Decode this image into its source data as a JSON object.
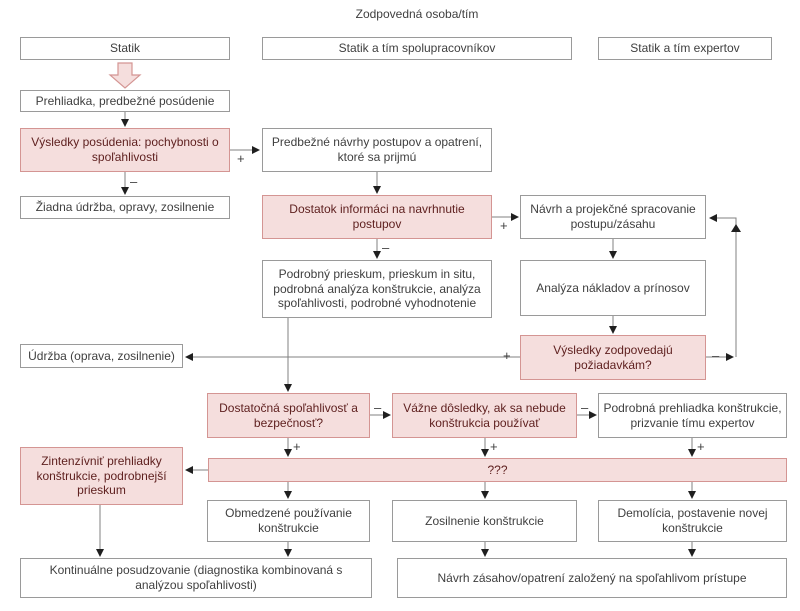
{
  "title": "Zodpovedná osoba/tím",
  "headers": [
    {
      "label": "Statik"
    },
    {
      "label": "Statik a tím spolupracovníkov"
    },
    {
      "label": "Statik a tím expertov"
    }
  ],
  "boxes": {
    "prehliadka": {
      "label": "Prehliadka, predbežné posúdenie"
    },
    "vysledky_posudenia": {
      "label": "Výsledky posúdenia: pochybnosti o spoľahlivosti"
    },
    "ziadna_udrzba": {
      "label": "Žiadna údržba, opravy, zosilnenie"
    },
    "predbezne_navrhy": {
      "label": "Predbežné návrhy postupov a opatrení, ktoré sa prijmú"
    },
    "dostatok_informacii": {
      "label": "Dostatok informáci na navrhnutie postupov"
    },
    "navrh_projekcne": {
      "label": "Návrh a projekčné spracovanie postupu/zásahu"
    },
    "podrobny_prieskum": {
      "label": "Podrobný prieskum, prieskum in situ, podrobná analýza konštrukcie, analýza spoľahlivosti, podrobné vyhodnotenie"
    },
    "analyza_nakladov": {
      "label": "Analýza nákladov a prínosov"
    },
    "udrzba": {
      "label": "Údržba (oprava, zosilnenie)"
    },
    "vysledky_zodpovedaju": {
      "label": "Výsledky zodpovedajú požiadavkám?"
    },
    "dostatocna_spolahlivost": {
      "label": "Dostatočná spoľahlivosť a bezpečnosť?"
    },
    "vazne_dosledky": {
      "label": "Vážne dôsledky, ak sa nebude konštrukcia používať"
    },
    "podrobna_prehliadka": {
      "label": "Podrobná prehliadka konštrukcie, prizvanie tímu expertov"
    },
    "zintenzivnit": {
      "label": "Zintenzívniť prehliadky konštrukcie, podrobnejší prieskum"
    },
    "otazniky": {
      "label": "???"
    },
    "obmedzene": {
      "label": "Obmedzené používanie konštrukcie"
    },
    "zosilnenie": {
      "label": "Zosilnenie konštrukcie"
    },
    "demolicia": {
      "label": "Demolícia, postavenie novej konštrukcie"
    },
    "kontinualne": {
      "label": "Kontinuálne posudzovanie (diagnostika kombinovaná s analýzou spoľahlivosti)"
    },
    "navrh_zasahov": {
      "label": "Návrh zásahov/opatrení založený na spoľahlivom prístupe"
    }
  },
  "signs": {
    "plus": "+",
    "minus": "–"
  },
  "colors": {
    "highlight_fill": "#f5dedd",
    "highlight_border": "#d49593",
    "highlight_text": "#5f2120",
    "box_border": "#9a9a9a",
    "box_text": "#3f3f3f",
    "line": "#808080",
    "arrowhead": "#1f1f1f"
  }
}
